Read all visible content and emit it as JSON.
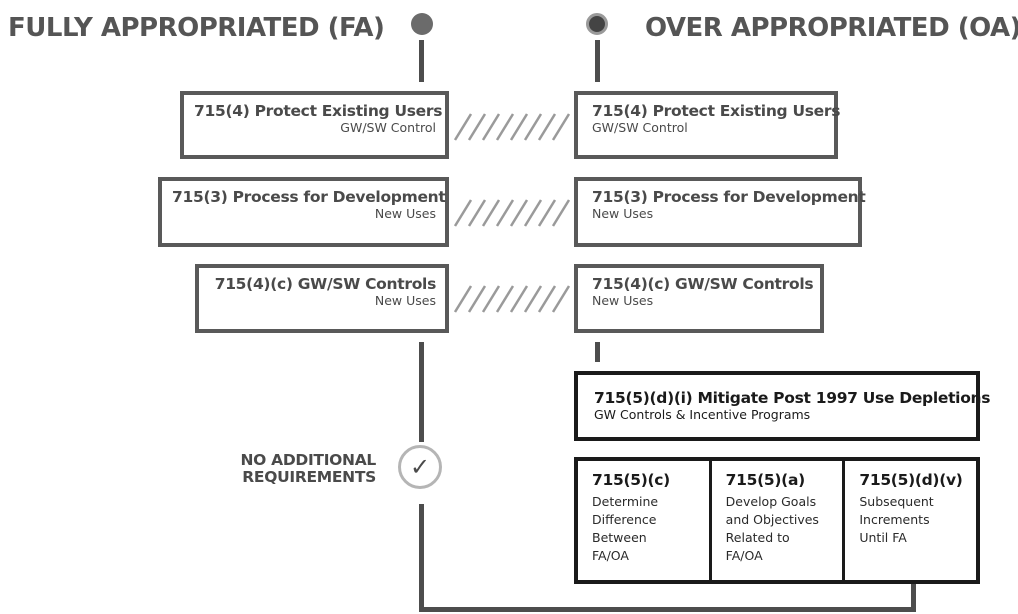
{
  "headers": {
    "fa": "FULLY APPROPRIATED (FA)",
    "oa": "OVER APPROPRIATED (OA)"
  },
  "rows": [
    {
      "left_title": "715(4) Protect Existing Users",
      "left_sub": "GW/SW Control",
      "right_title": "715(4) Protect Existing Users",
      "right_sub": "GW/SW Control"
    },
    {
      "left_title": "715(3) Process for Development",
      "left_sub": "New Uses",
      "right_title": "715(3) Process for Development",
      "right_sub": "New Uses"
    },
    {
      "left_title": "715(4)(c) GW/SW Controls",
      "left_sub": "New Uses",
      "right_title": "715(4)(c) GW/SW Controls",
      "right_sub": "New Uses"
    }
  ],
  "mitigate": {
    "title": "715(5)(d)(i) Mitigate Post 1997 Use Depletions",
    "sub": "GW Controls & Incentive Programs"
  },
  "steps": [
    {
      "title": "715(5)(c)",
      "text": [
        "Determine",
        "Difference",
        "Between",
        "FA/OA"
      ]
    },
    {
      "title": "715(5)(a)",
      "text": [
        "Develop Goals",
        "and Objectives",
        "Related to",
        "FA/OA"
      ]
    },
    {
      "title": "715(5)(d)(v)",
      "text": [
        "Subsequent",
        "Increments",
        "Until FA"
      ]
    }
  ],
  "no_additional": {
    "line1": "NO ADDITIONAL",
    "line2": "REQUIREMENTS",
    "icon": "check-circle-icon"
  },
  "colors": {
    "line": "#4d4d4d",
    "box_border": "#595959",
    "dark_border": "#1a1a1a",
    "hatch": "#9a9a9a"
  }
}
